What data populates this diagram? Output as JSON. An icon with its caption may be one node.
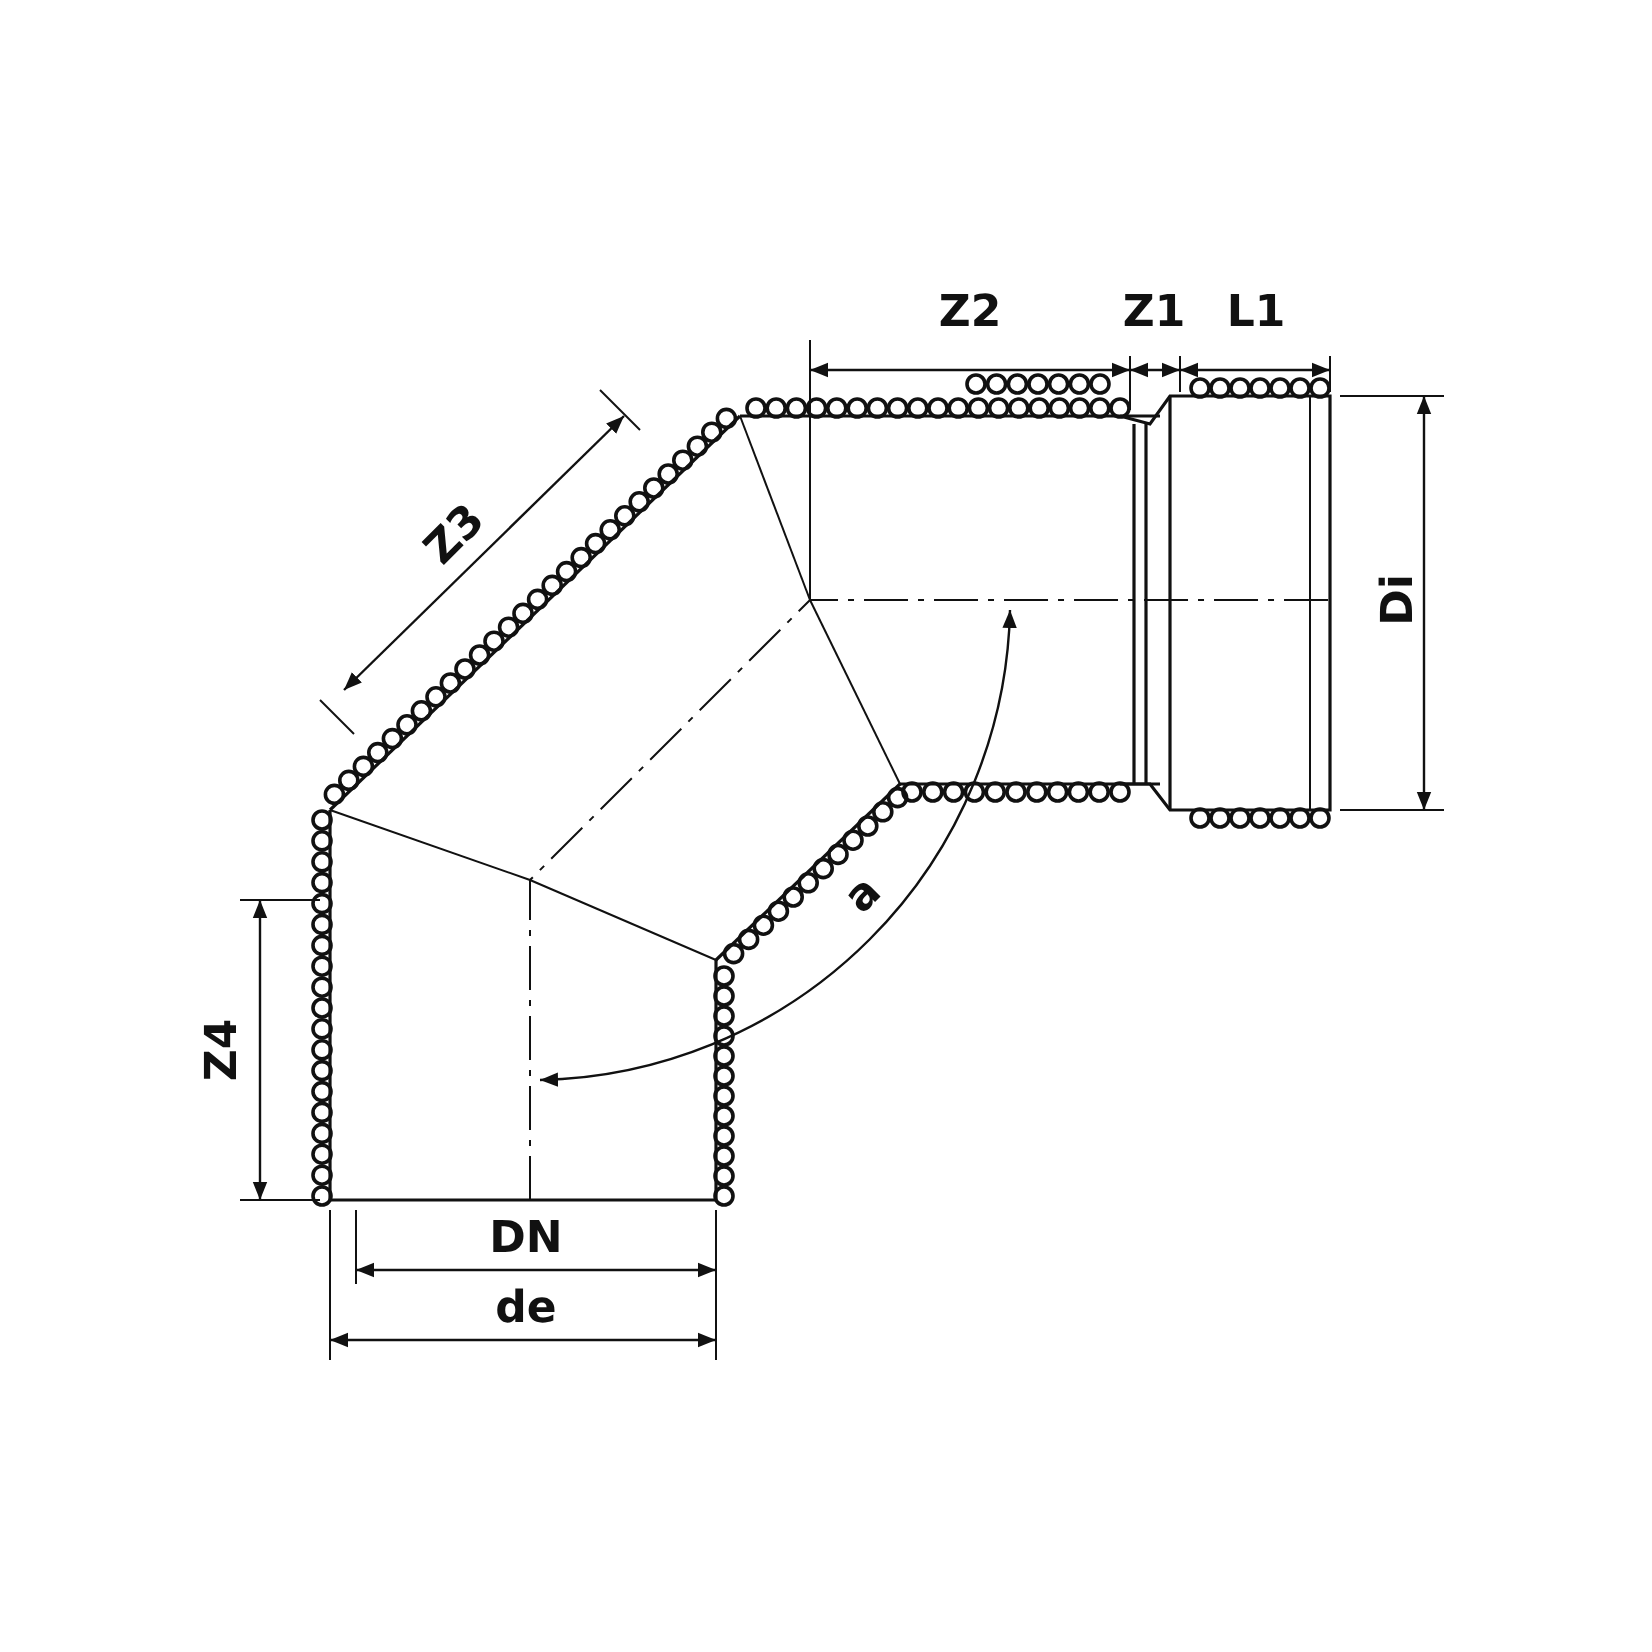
{
  "diagram": {
    "labels": [
      "Z2",
      "Z1",
      "L1",
      "Z3",
      "Di",
      "a",
      "Z4",
      "DN",
      "de"
    ]
  }
}
